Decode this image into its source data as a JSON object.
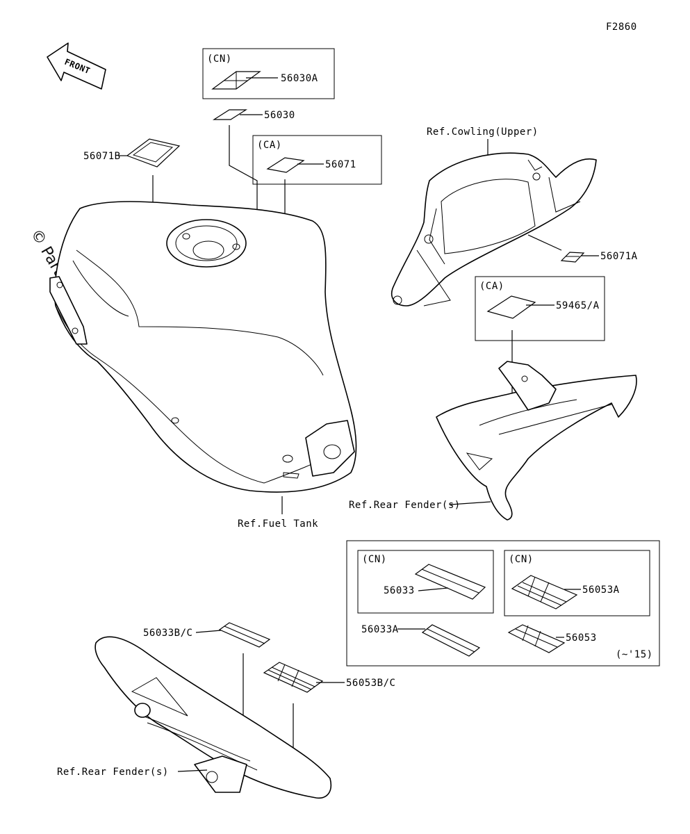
{
  "figure_id": "F2860",
  "front_arrow": "FRONT",
  "watermark": "© Partzilla.com",
  "regions": {
    "cn_top": "(CN)",
    "ca_mid": "(CA)",
    "ca_right": "(CA)",
    "cn_inner_left": "(CN)",
    "cn_inner_right": "(CN)",
    "model_range": "(~'15)"
  },
  "parts": {
    "p56030A": "56030A",
    "p56030": "56030",
    "p56071B": "56071B",
    "p56071": "56071",
    "p56071A": "56071A",
    "p59465A": "59465/A",
    "p56033": "56033",
    "p56053A": "56053A",
    "p56033A": "56033A",
    "p56053": "56053",
    "p56033BC": "56033B/C",
    "p56053BC": "56053B/C"
  },
  "refs": {
    "cowling": "Ref.Cowling(Upper)",
    "rear_fender_right": "Ref.Rear Fender(s)",
    "fuel_tank": "Ref.Fuel Tank",
    "rear_fender_bottom": "Ref.Rear Fender(s)"
  }
}
